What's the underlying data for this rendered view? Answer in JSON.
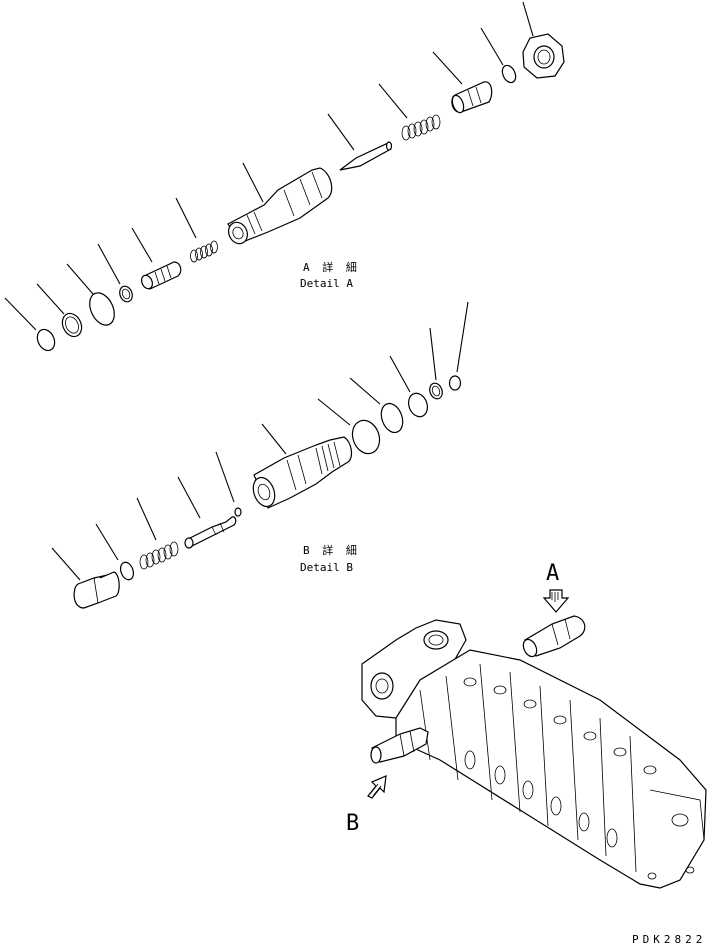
{
  "detail_a": {
    "caption_jp": "A 詳 細",
    "caption_en": "Detail A"
  },
  "detail_b": {
    "caption_jp": "B 詳 細",
    "caption_en": "Detail B"
  },
  "arrows": {
    "a_label": "A",
    "b_label": "B"
  },
  "drawing_number": "PDK2822"
}
